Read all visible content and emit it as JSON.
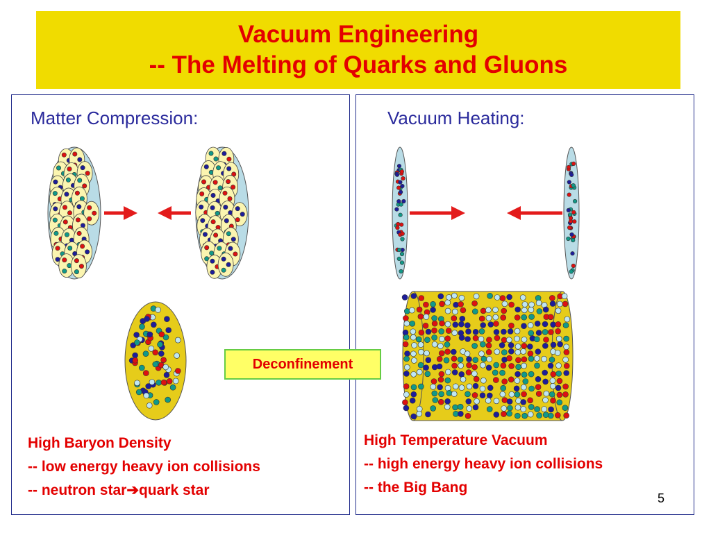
{
  "title": {
    "line1": "Vacuum Engineering",
    "line2": "-- The Melting of Quarks and Gluons"
  },
  "left_panel": {
    "heading": "Matter Compression:",
    "caption": {
      "line1": "High Baryon Density",
      "line2": "-- low energy heavy ion collisions",
      "line3_prefix": "-- neutron star",
      "line3_arrow": "➔",
      "line3_suffix": "quark star"
    }
  },
  "right_panel": {
    "heading": "Vacuum Heating:",
    "caption": {
      "line1": "High Temperature Vacuum",
      "line2": "-- high energy heavy ion collisions",
      "line3": "-- the Big Bang"
    }
  },
  "deconfinement_label": "Deconfinement",
  "page_number": "5",
  "colors": {
    "title_background": "#f0dc00",
    "title_text": "#e30000",
    "heading_text": "#2a2a9c",
    "caption_text": "#e30000",
    "nucleus_fill": "#b9dce6",
    "nucleon_fill": "#fbf5b0",
    "plasma_fill": "#e6cc1a",
    "arrow": "#e31b1b",
    "quark_red": "#dd1111",
    "quark_blue": "#1d1d99",
    "quark_teal": "#119988",
    "quark_light": "#bfe6f2",
    "deconfinement_fill": "#ffff66",
    "deconfinement_border": "#66cc44"
  }
}
